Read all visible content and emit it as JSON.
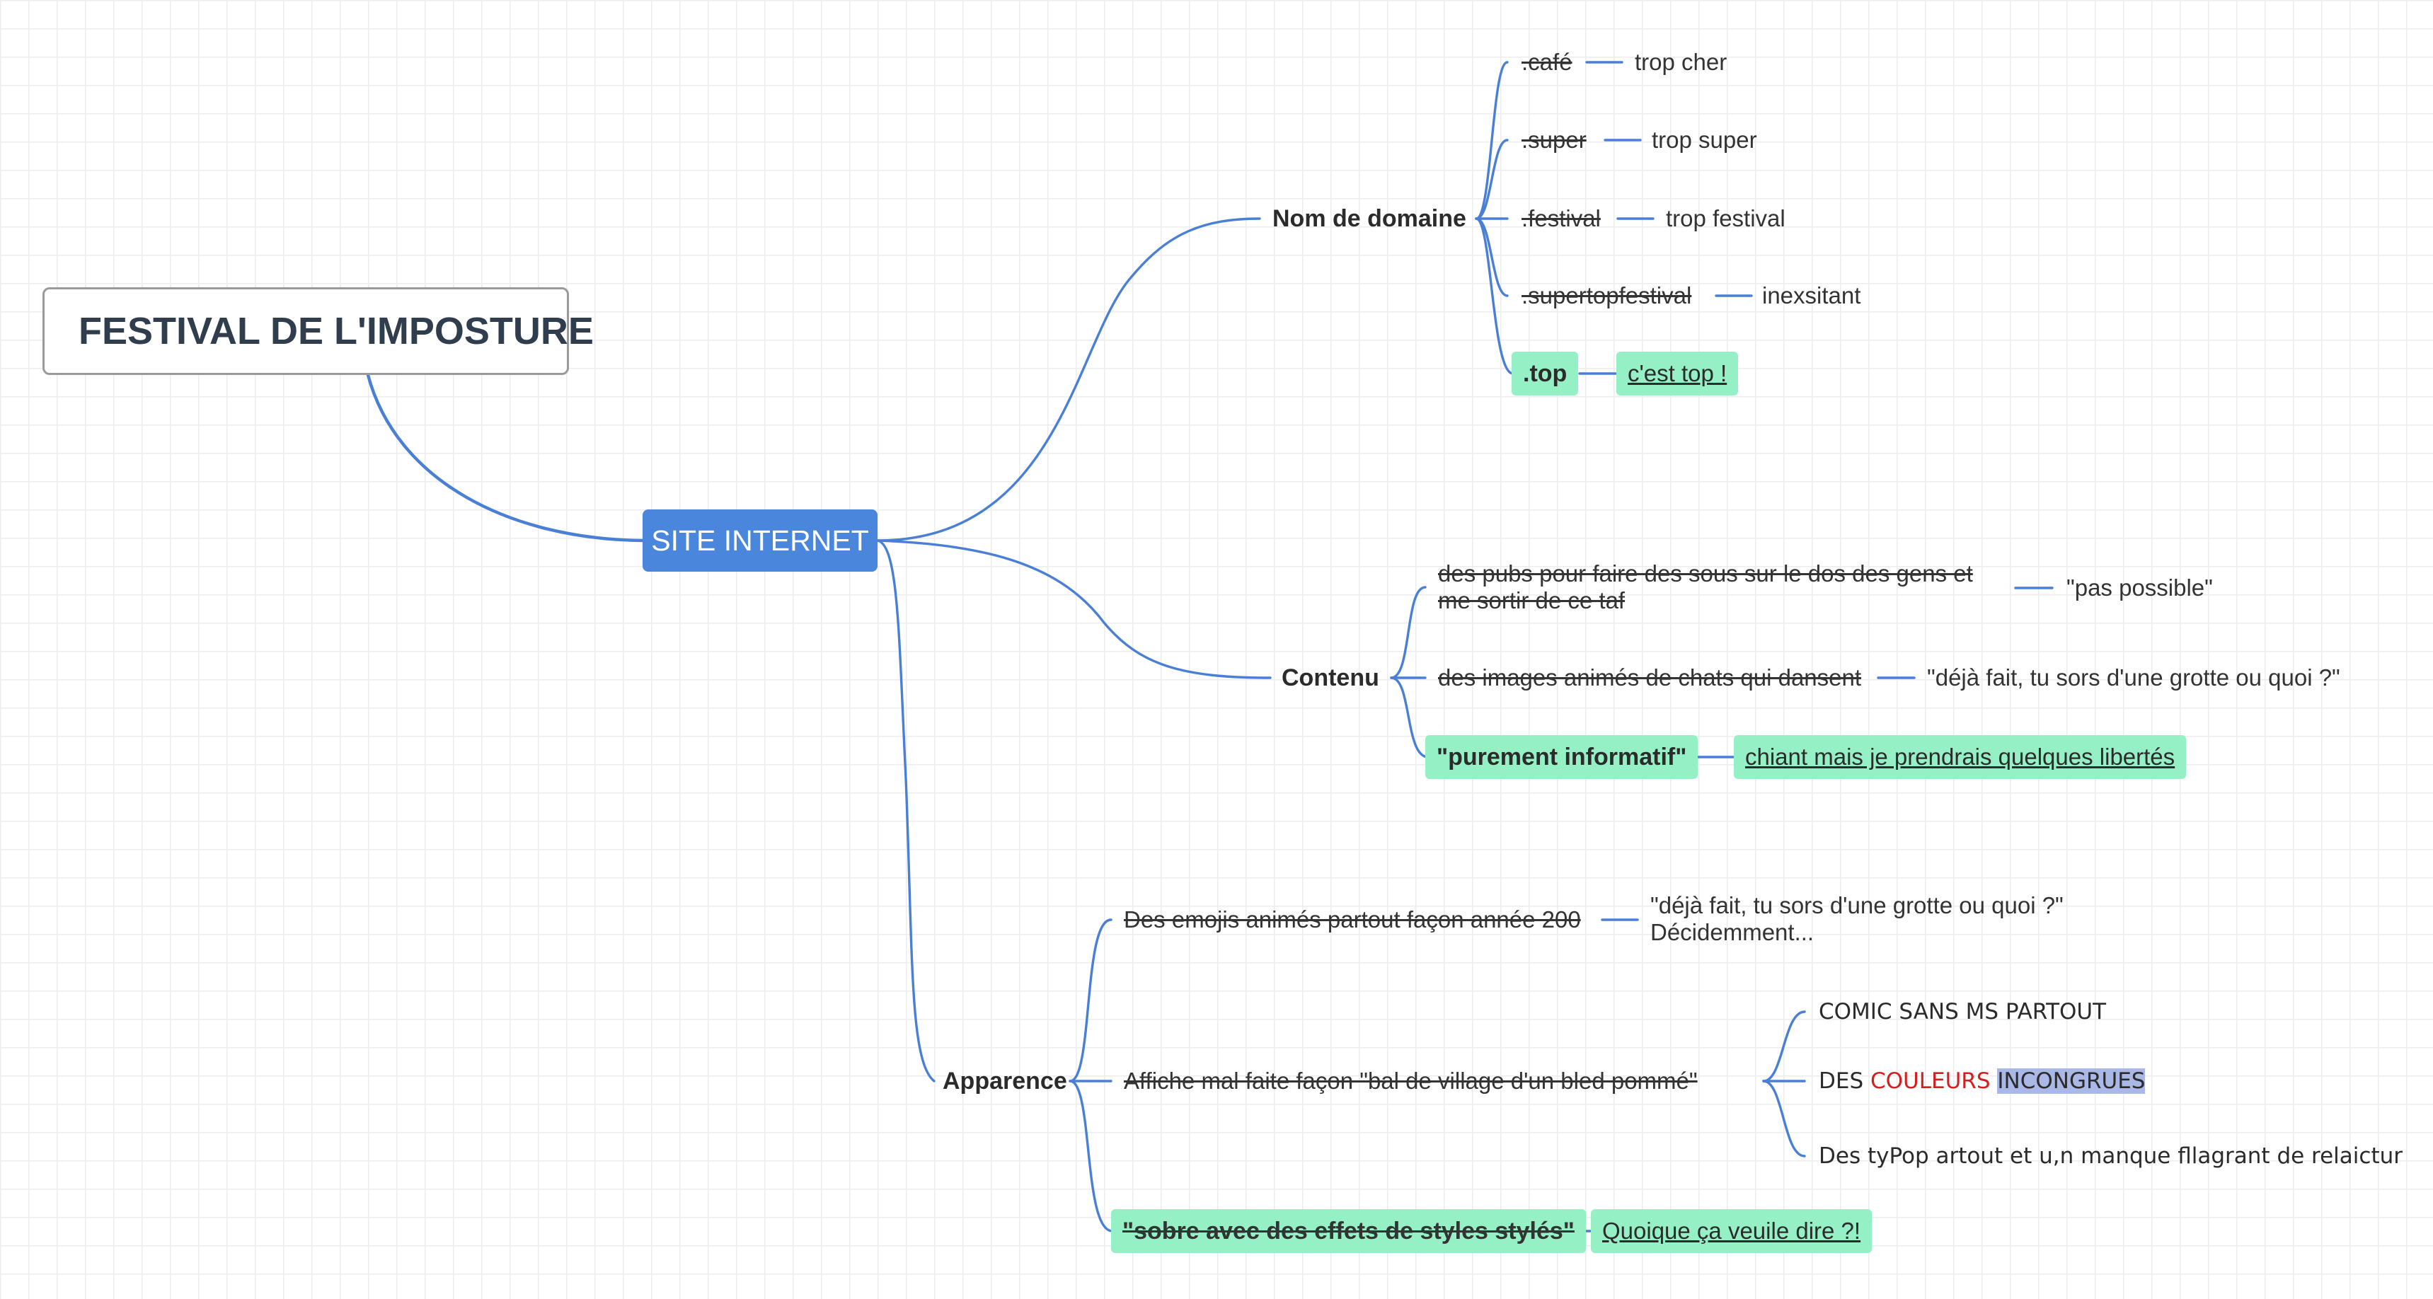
{
  "root": "FESTIVAL DE L'IMPOSTURE",
  "main": "SITE INTERNET",
  "branches": {
    "domaine": {
      "label": "Nom de domaine",
      "items": [
        {
          "key": ".café",
          "value": "trop cher"
        },
        {
          "key": ".super",
          "value": "trop super"
        },
        {
          "key": ".festival",
          "value": "trop festival"
        },
        {
          "key": ".supertopfestival",
          "value": "inexsitant"
        },
        {
          "key": ".top",
          "value": "c'est top !"
        }
      ]
    },
    "contenu": {
      "label": "Contenu",
      "items": [
        {
          "key_line1": "des pubs pour faire des sous sur le dos des gens et",
          "key_line2": "me sortir de ce taf",
          "value": "\"pas possible\""
        },
        {
          "key": "des images animés de chats qui dansent",
          "value": "\"déjà fait, tu sors d'une grotte ou quoi ?\""
        },
        {
          "key": "\"purement informatif\"",
          "value": "chiant mais je prendrais quelques libertés"
        }
      ]
    },
    "apparence": {
      "label": "Apparence",
      "items": [
        {
          "key": "Des emojis animés partout façon année 200",
          "value_line1": "\"déjà fait, tu sors d'une grotte ou quoi ?\"",
          "value_line2": "Décidemment..."
        },
        {
          "key": "Affiche mal faite façon \"bal de village d'un bled pommé\"",
          "subitems": {
            "comic": "COMIC SANS MS PARTOUT",
            "des": "DES",
            "couleurs": "COULEURS",
            "incongrues": "INCONGRUES",
            "typo": "Des tyPop artout et u,n manque fllagrant de relaictur"
          }
        },
        {
          "key": "\"sobre avec des effets de styles stylés\"",
          "value": "Quoique ça veuile dire ?!"
        }
      ]
    }
  }
}
